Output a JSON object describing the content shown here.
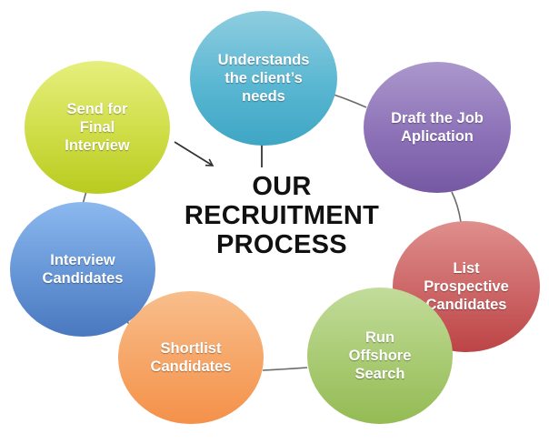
{
  "diagram": {
    "type": "cycle",
    "title": {
      "line1": "OUR",
      "line2": "RECRUITMENT",
      "line3": "PROCESS"
    },
    "steps": [
      {
        "id": "step-1",
        "label": "Understands\nthe client’s\nneeds",
        "color_top": "#8fcde0",
        "color_bottom": "#3ea6c4"
      },
      {
        "id": "step-2",
        "label": "Draft the Job\nAplication",
        "color_top": "#ab98cc",
        "color_bottom": "#7658a3"
      },
      {
        "id": "step-3",
        "label": "List\nProspective\nCandidates",
        "color_top": "#df8f8d",
        "color_bottom": "#bd4446"
      },
      {
        "id": "step-4",
        "label": "Run\nOffshore\nSearch",
        "color_top": "#c2dc9a",
        "color_bottom": "#94bb54"
      },
      {
        "id": "step-5",
        "label": "Shortlist\nCandidates",
        "color_top": "#f8be8c",
        "color_bottom": "#f4914a"
      },
      {
        "id": "step-6",
        "label": "Interview\nCandidates",
        "color_top": "#8bb8ee",
        "color_bottom": "#4a78bf"
      },
      {
        "id": "step-7",
        "label": "Send for\nFinal\nInterview",
        "color_top": "#e6ef7e",
        "color_bottom": "#b8cb1f"
      }
    ],
    "arrows": [
      {
        "from": "step-7",
        "to": "center",
        "direction": "diagonal-down-right"
      },
      {
        "from": "center",
        "to": "step-1",
        "direction": "up"
      }
    ],
    "connector_color": "#6b6b6b",
    "arrow_color": "#333333"
  }
}
